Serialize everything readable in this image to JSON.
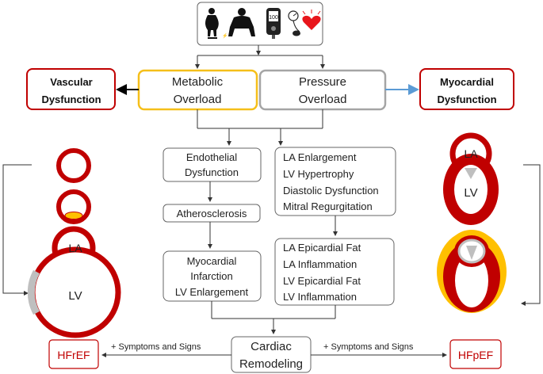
{
  "top": {
    "icons": [
      "obese-person-icon",
      "seated-person-icon",
      "glucometer-icon",
      "blood-pressure-heart-icon"
    ],
    "glucometer_reading": "100"
  },
  "overloads": {
    "metabolic": {
      "line1": "Metabolic",
      "line2": "Overload",
      "border_color": "#f5bf1a"
    },
    "pressure": {
      "line1": "Pressure",
      "line2": "Overload",
      "border_color": "#a5a5a5"
    }
  },
  "outcomes": {
    "vascular": {
      "line1": "Vascular",
      "line2": "Dysfunction"
    },
    "myocardial": {
      "line1": "Myocardial",
      "line2": "Dysfunction"
    },
    "border_color": "#c00000"
  },
  "metabolic_path": {
    "endothelial": {
      "line1": "Endothelial",
      "line2": "Dysfunction"
    },
    "atherosclerosis": "Atherosclerosis",
    "mi": {
      "line1": "Myocardial",
      "line2": "Infarction",
      "line3": "LV Enlargement"
    }
  },
  "pressure_path": {
    "structural": [
      "LA Enlargement",
      "LV Hypertrophy",
      "Diastolic Dysfunction",
      "Mitral Regurgitation"
    ],
    "fat": [
      "LA Epicardial Fat",
      "LA Inflammation",
      "LV Epicardial Fat",
      "LV Inflammation"
    ]
  },
  "final": {
    "line1": "Cardiac",
    "line2": "Remodeling"
  },
  "symptoms_left": "+ Symptoms and Signs",
  "symptoms_right": "+ Symptoms and Signs",
  "hfref": "HFrEF",
  "hfpef": "HFpEF",
  "heart_labels": {
    "left_la": "LA",
    "left_lv": "LV",
    "right_la": "LA",
    "right_lv": "LV"
  },
  "colors": {
    "myocardium": "#c00000",
    "fat": "#ffc000",
    "scar": "#bfbfbf",
    "accent_blue": "#5b9bd5"
  }
}
